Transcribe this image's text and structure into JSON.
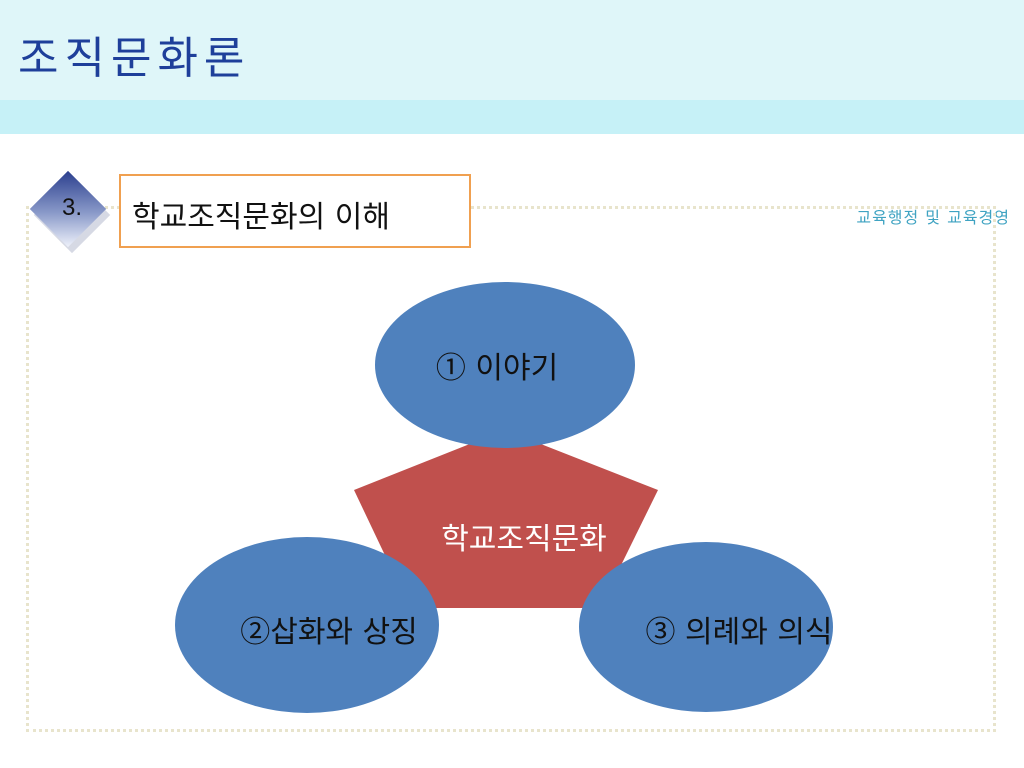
{
  "header": {
    "title": "조직문화론",
    "subtitle": "교육행정 및 교육경영"
  },
  "section": {
    "number": "3.",
    "title": "학교조직문화의 이해"
  },
  "diagram": {
    "center_label": "학교조직문화",
    "nodes": [
      {
        "label": "① 이야기"
      },
      {
        "label": "②삽화와 상징"
      },
      {
        "label": "③ 의례와 의식"
      }
    ]
  },
  "colors": {
    "header_title": "#1e3f9a",
    "subtitle": "#3fa3c2",
    "pentagon": "#c0504d",
    "ellipse": "#4f81bd",
    "box_border": "#f0a050"
  }
}
